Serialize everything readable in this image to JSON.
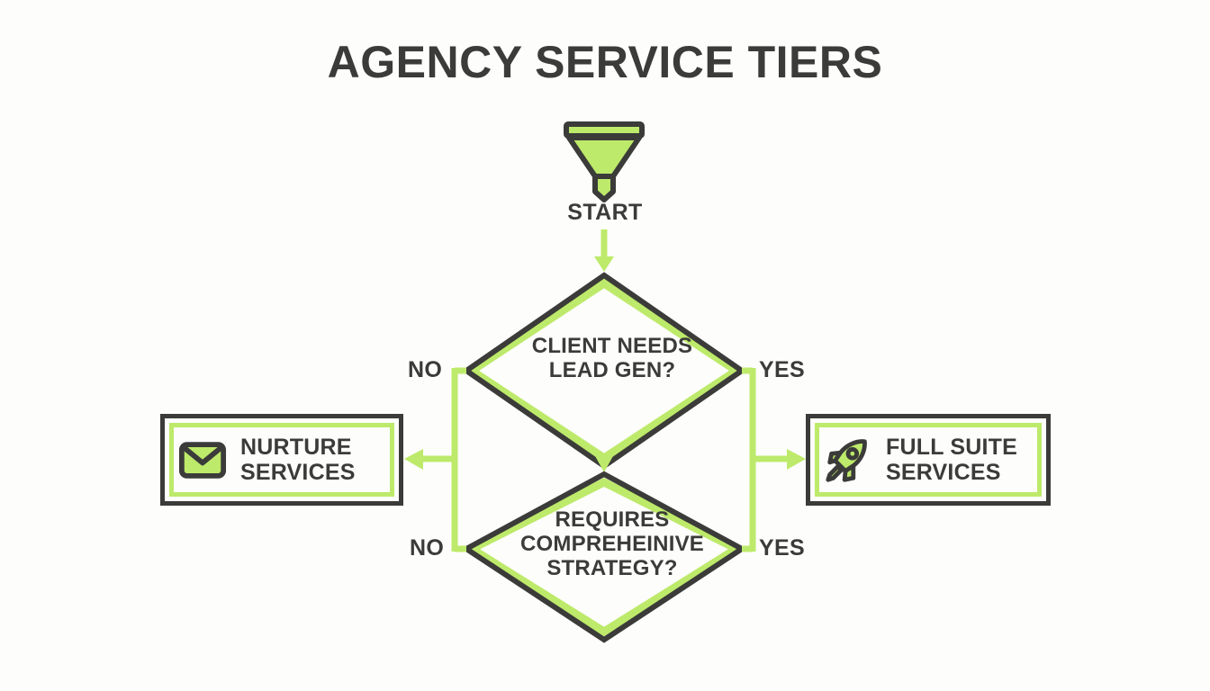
{
  "title": "AGENCY SERVICE TIERS",
  "theme": {
    "background": "#fdfdfc",
    "accent_green": "#bdea6a",
    "outline_dark": "#3b3b39",
    "text_dark": "#3b3b39"
  },
  "flow": {
    "start": {
      "icon": "funnel-icon",
      "label": "START"
    },
    "decisions": [
      {
        "id": "decision-1",
        "label": "CLIENT NEEDS\nLEAD GEN?",
        "no_label": "NO",
        "yes_label": "YES",
        "no_target": "NURTURE SERVICES",
        "yes_target": "FULL SUITE SERVICES"
      },
      {
        "id": "decision-2",
        "label": "REQUIRES\nCOMPREHEINIVE\nSTRATEGY?",
        "no_label": "NO",
        "yes_label": "YES",
        "no_target": "NURTURE SERVICES",
        "yes_target": "FULL SUITE SERVICES"
      }
    ],
    "outcomes": [
      {
        "id": "outcome-nurture",
        "icon": "envelope-icon",
        "label": "NURTURE\nSERVICES"
      },
      {
        "id": "outcome-fullsuite",
        "icon": "rocket-icon",
        "label": "FULL SUITE\nSERVICES"
      }
    ]
  }
}
